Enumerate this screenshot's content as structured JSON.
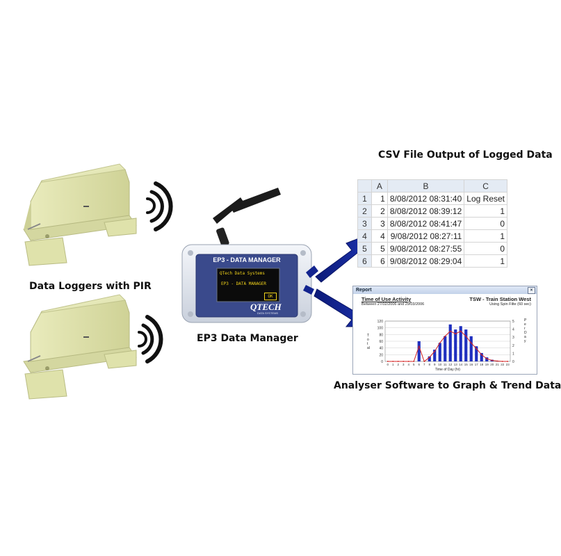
{
  "captions": {
    "csv_title": "CSV File Output of Logged Data",
    "loggers": "Data Loggers with PIR",
    "manager": "EP3 Data Manager",
    "analyser": "Analyser Software to Graph & Trend Data"
  },
  "device": {
    "title": "EP3 - DATA MANAGER",
    "screen_line1": "QTech Data Systems",
    "screen_line2": "EP3 - DATA MANAGER",
    "screen_button": "OK",
    "brand": "QTECH",
    "brand_sub": "DATA SYSTEMS"
  },
  "csv": {
    "columns": [
      "",
      "A",
      "B",
      "C"
    ],
    "rows": [
      [
        "1",
        "1",
        "8/08/2012 08:31:40",
        "Log Reset"
      ],
      [
        "2",
        "2",
        "8/08/2012 08:39:12",
        "1"
      ],
      [
        "3",
        "3",
        "8/08/2012 08:41:47",
        "0"
      ],
      [
        "4",
        "4",
        "9/08/2012 08:27:11",
        "1"
      ],
      [
        "5",
        "5",
        "9/08/2012 08:27:55",
        "0"
      ],
      [
        "6",
        "6",
        "9/08/2012 08:29:04",
        "1"
      ]
    ]
  },
  "report": {
    "window_title": "Report",
    "heading": "Time of Use Activity",
    "subheading": "Between 27/02/2006 and 29/03/2006",
    "site": "TSW - Train Station West",
    "filter": "Using Spin Filte (60 sec)",
    "xlabel": "Time of Day (hr)",
    "left_axis_label": "Total",
    "right_axis_label": "Per Day"
  },
  "chart_data": {
    "type": "bar",
    "x": [
      0,
      1,
      2,
      3,
      4,
      5,
      6,
      7,
      8,
      9,
      10,
      11,
      12,
      13,
      14,
      15,
      16,
      17,
      18,
      19,
      20,
      21,
      22,
      23
    ],
    "bar_values": [
      0,
      0,
      0,
      0,
      0,
      0,
      60,
      0,
      15,
      35,
      55,
      75,
      110,
      95,
      105,
      95,
      75,
      45,
      25,
      12,
      5,
      2,
      0,
      0
    ],
    "line_values": [
      0,
      0,
      0,
      0,
      0,
      0,
      45,
      0,
      12,
      30,
      55,
      75,
      90,
      82,
      90,
      75,
      55,
      38,
      20,
      8,
      3,
      1,
      0,
      0
    ],
    "ylim_left": [
      0,
      120
    ],
    "yticks_left": [
      0,
      20,
      40,
      60,
      80,
      100,
      120
    ],
    "ylim_right": [
      0,
      5
    ],
    "yticks_right": [
      0,
      1,
      2,
      3,
      4,
      5
    ],
    "bar_color": "#1f2fbf",
    "line_color": "#d42020"
  },
  "colors": {
    "arrow": "#13248f",
    "device_body": "#e8ecf3",
    "device_panel": "#3a4a8c",
    "screen_text": "#f1d21a",
    "logger": "#e6e8b4"
  }
}
